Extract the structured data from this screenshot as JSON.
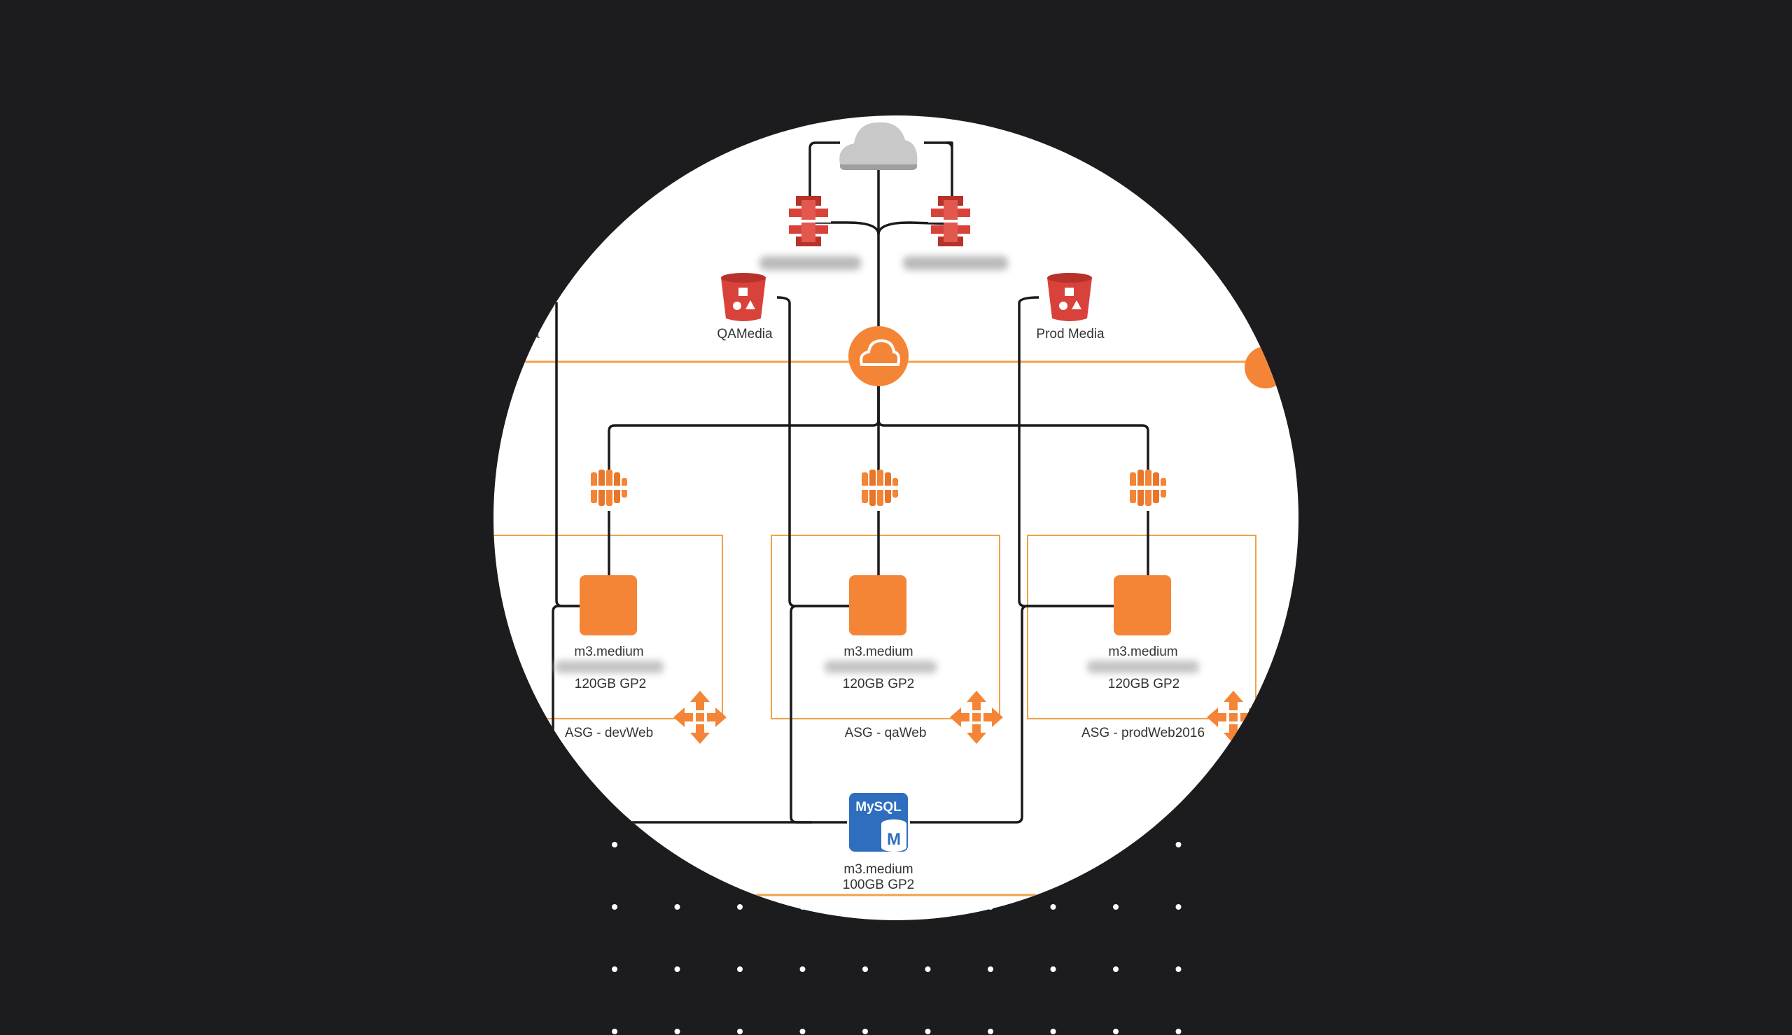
{
  "colors": {
    "background": "#1c1c1e",
    "circle": "#ffffff",
    "aws_orange": "#f58536",
    "aws_red": "#d9423a",
    "mysql_blue": "#2f6ebf",
    "cloud_gray": "#c8c8c8",
    "line": "#1a1a1a",
    "dots": "#ffffff"
  },
  "diagram": {
    "internet_cloud": "cloud-icon",
    "api_gateways": [
      {
        "icon": "api-gateway-icon",
        "caption": "redacted"
      },
      {
        "icon": "api-gateway-icon",
        "caption": "redacted"
      }
    ],
    "buckets": {
      "left_partial": "a",
      "qa": "QAMedia",
      "prod": "Prod Media"
    },
    "vpc_gateway": "cloud-gateway-icon",
    "environments": [
      {
        "asg": "ASG - devWeb",
        "instance": "m3.medium",
        "storage": "120GB GP2"
      },
      {
        "asg": "ASG - qaWeb",
        "instance": "m3.medium",
        "storage": "120GB GP2"
      },
      {
        "asg": "ASG - prodWeb2016",
        "instance": "m3.medium",
        "storage": "120GB GP2"
      }
    ],
    "database": {
      "logo_text": "MySQL",
      "badge": "M",
      "instance": "m3.medium",
      "storage": "100GB GP2"
    }
  }
}
